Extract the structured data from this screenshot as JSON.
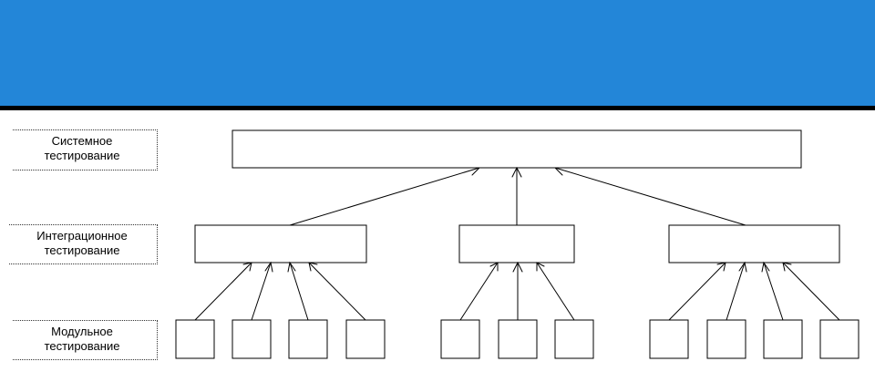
{
  "colors": {
    "header": "#2386d8",
    "rule": "#000000",
    "box_stroke": "#000000"
  },
  "levels": {
    "system": {
      "line1": "Системное",
      "line2": "тестирование"
    },
    "integration": {
      "line1": "Интеграционное",
      "line2": "тестирование"
    },
    "unit": {
      "line1": "Модульное",
      "line2": "тестирование"
    }
  }
}
